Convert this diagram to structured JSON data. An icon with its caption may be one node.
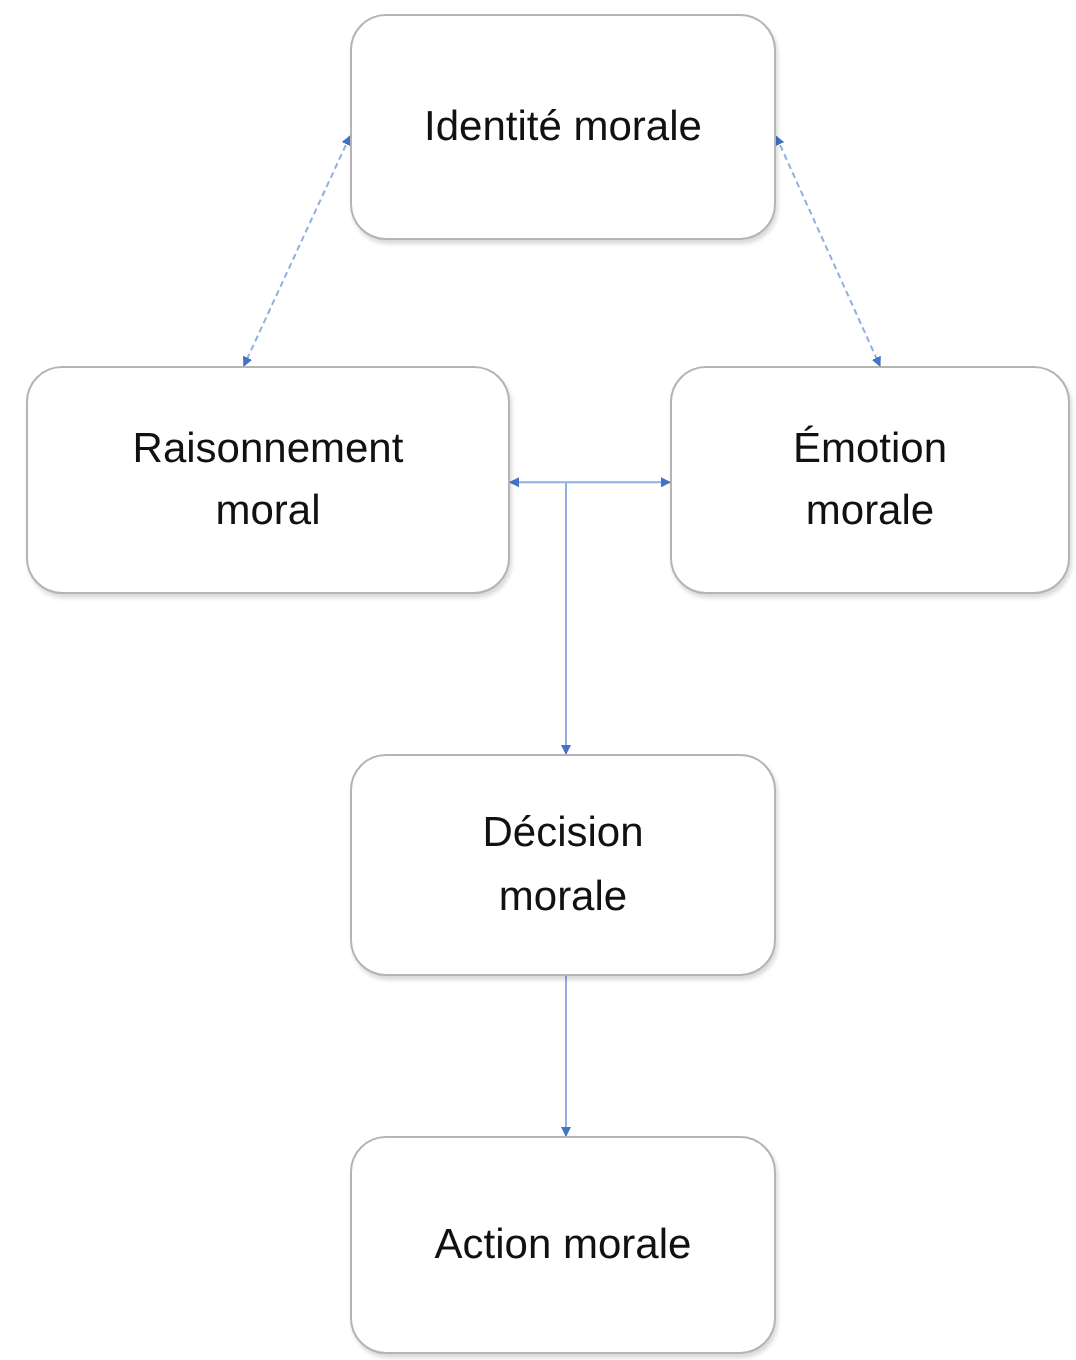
{
  "diagram": {
    "nodes": [
      {
        "text": [
          "Identité morale"
        ]
      },
      {
        "text": [
          "Raisonnement moral"
        ]
      },
      {
        "text": [
          "Émotion morale"
        ]
      },
      {
        "text": [
          "Décision morale"
        ]
      },
      {
        "text": [
          "Action morale"
        ]
      }
    ],
    "edges": [
      {
        "from": 0,
        "to": 1,
        "arrow": "both",
        "style": "dashed"
      },
      {
        "from": 0,
        "to": 2,
        "arrow": "both",
        "style": "dashed"
      },
      {
        "from": 1,
        "to": 2,
        "arrow": "both"
      },
      {
        "from": null,
        "to": 3,
        "arrow": "to"
      },
      {
        "from": 3,
        "to": 4,
        "arrow": "to"
      }
    ]
  }
}
